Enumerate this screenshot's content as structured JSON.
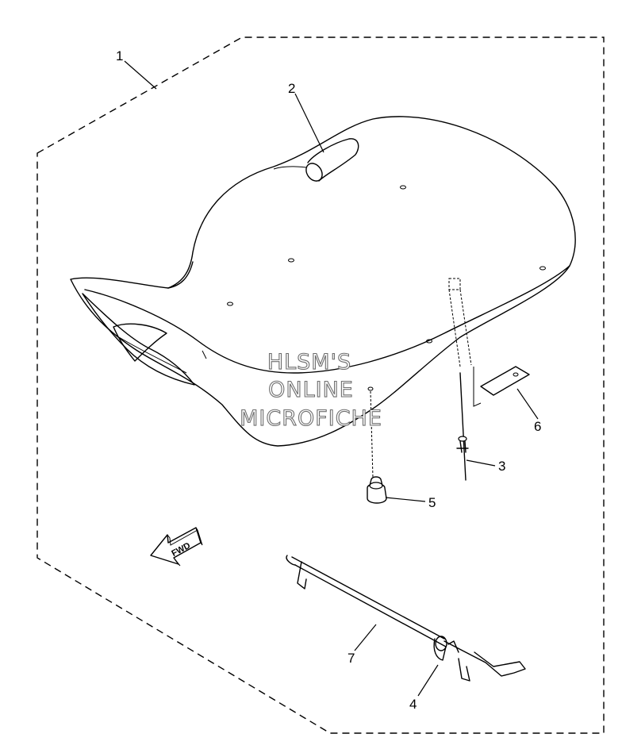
{
  "callouts": {
    "c1": "1",
    "c2": "2",
    "c3": "3",
    "c4": "4",
    "c5": "5",
    "c6": "6",
    "c7": "7"
  },
  "watermark": {
    "line1": "HLSM'S",
    "line2": "ONLINE",
    "line3": "MICROFICHE"
  },
  "direction_arrow": {
    "label": "FWD"
  },
  "colors": {
    "line": "#000000",
    "watermark_outline": "#6e6e6e",
    "background": "#ffffff"
  }
}
